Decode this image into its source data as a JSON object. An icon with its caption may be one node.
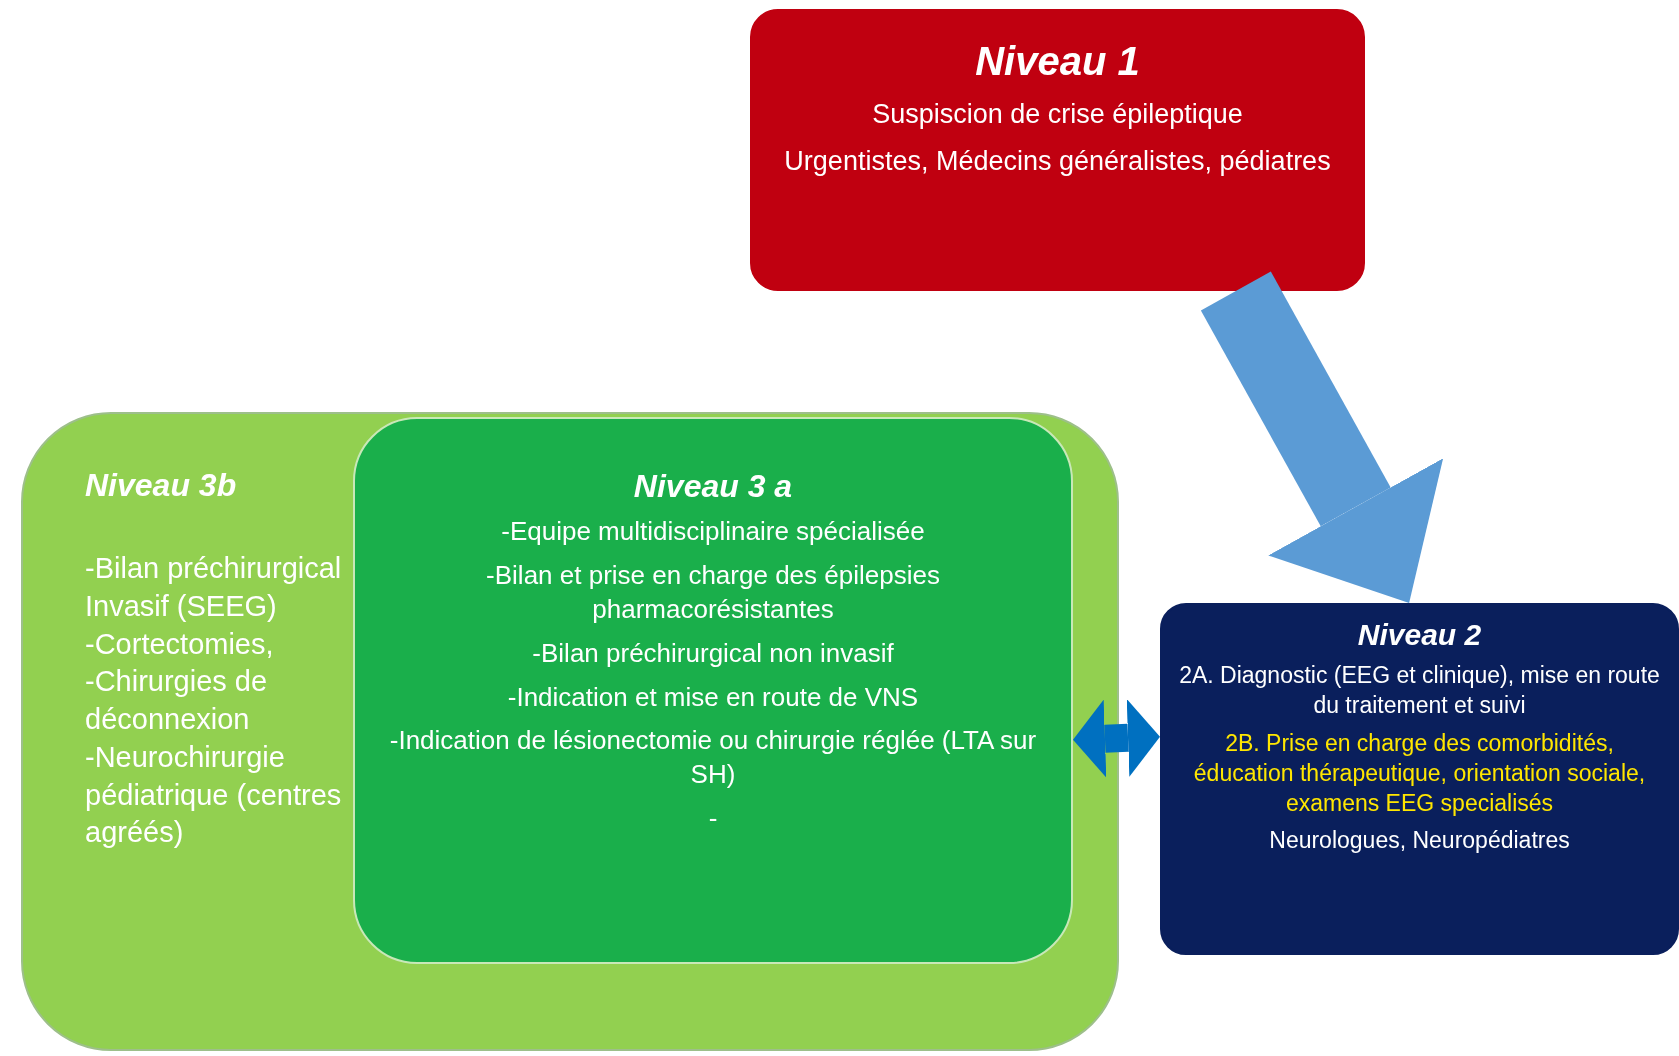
{
  "diagram": {
    "nodes": [
      {
        "text": [
          "Niveau 1",
          "Suspiscion de crise épileptique",
          "Urgentistes, Médecins généralistes, pédiatres"
        ]
      },
      {
        "text": [
          "Niveau 3b",
          "-Bilan préchirurgical Invasif (SEEG)",
          "-Cortectomies,",
          "-Chirurgies de déconnexion",
          "-Neurochirurgie pédiatrique (centres agréés)"
        ]
      },
      {
        "text": [
          "Niveau 3 a",
          "-Equipe multidisciplinaire spécialisée",
          "-Bilan et prise en charge des épilepsies pharmacorésistantes",
          "-Bilan préchirurgical non invasif",
          "-Indication et mise en route de VNS",
          "-Indication de lésionectomie ou chirurgie réglée (LTA sur SH)",
          "-"
        ],
        "in": 1
      },
      {
        "text": [
          "Niveau 2",
          "2A. Diagnostic (EEG et clinique), mise en route du traitement et suivi",
          "2B. Prise en charge des comorbidités, éducation thérapeutique, orientation sociale, examens EEG specialisés",
          "Neurologues, Neuropédiatres"
        ]
      }
    ],
    "edges": [
      {
        "from": 0,
        "to": 3,
        "arrow": "to",
        "style": "thick",
        "color": "#5b9bd5"
      },
      {
        "from": 2,
        "to": 3,
        "arrow": "both",
        "color": "#0070c0"
      }
    ]
  }
}
